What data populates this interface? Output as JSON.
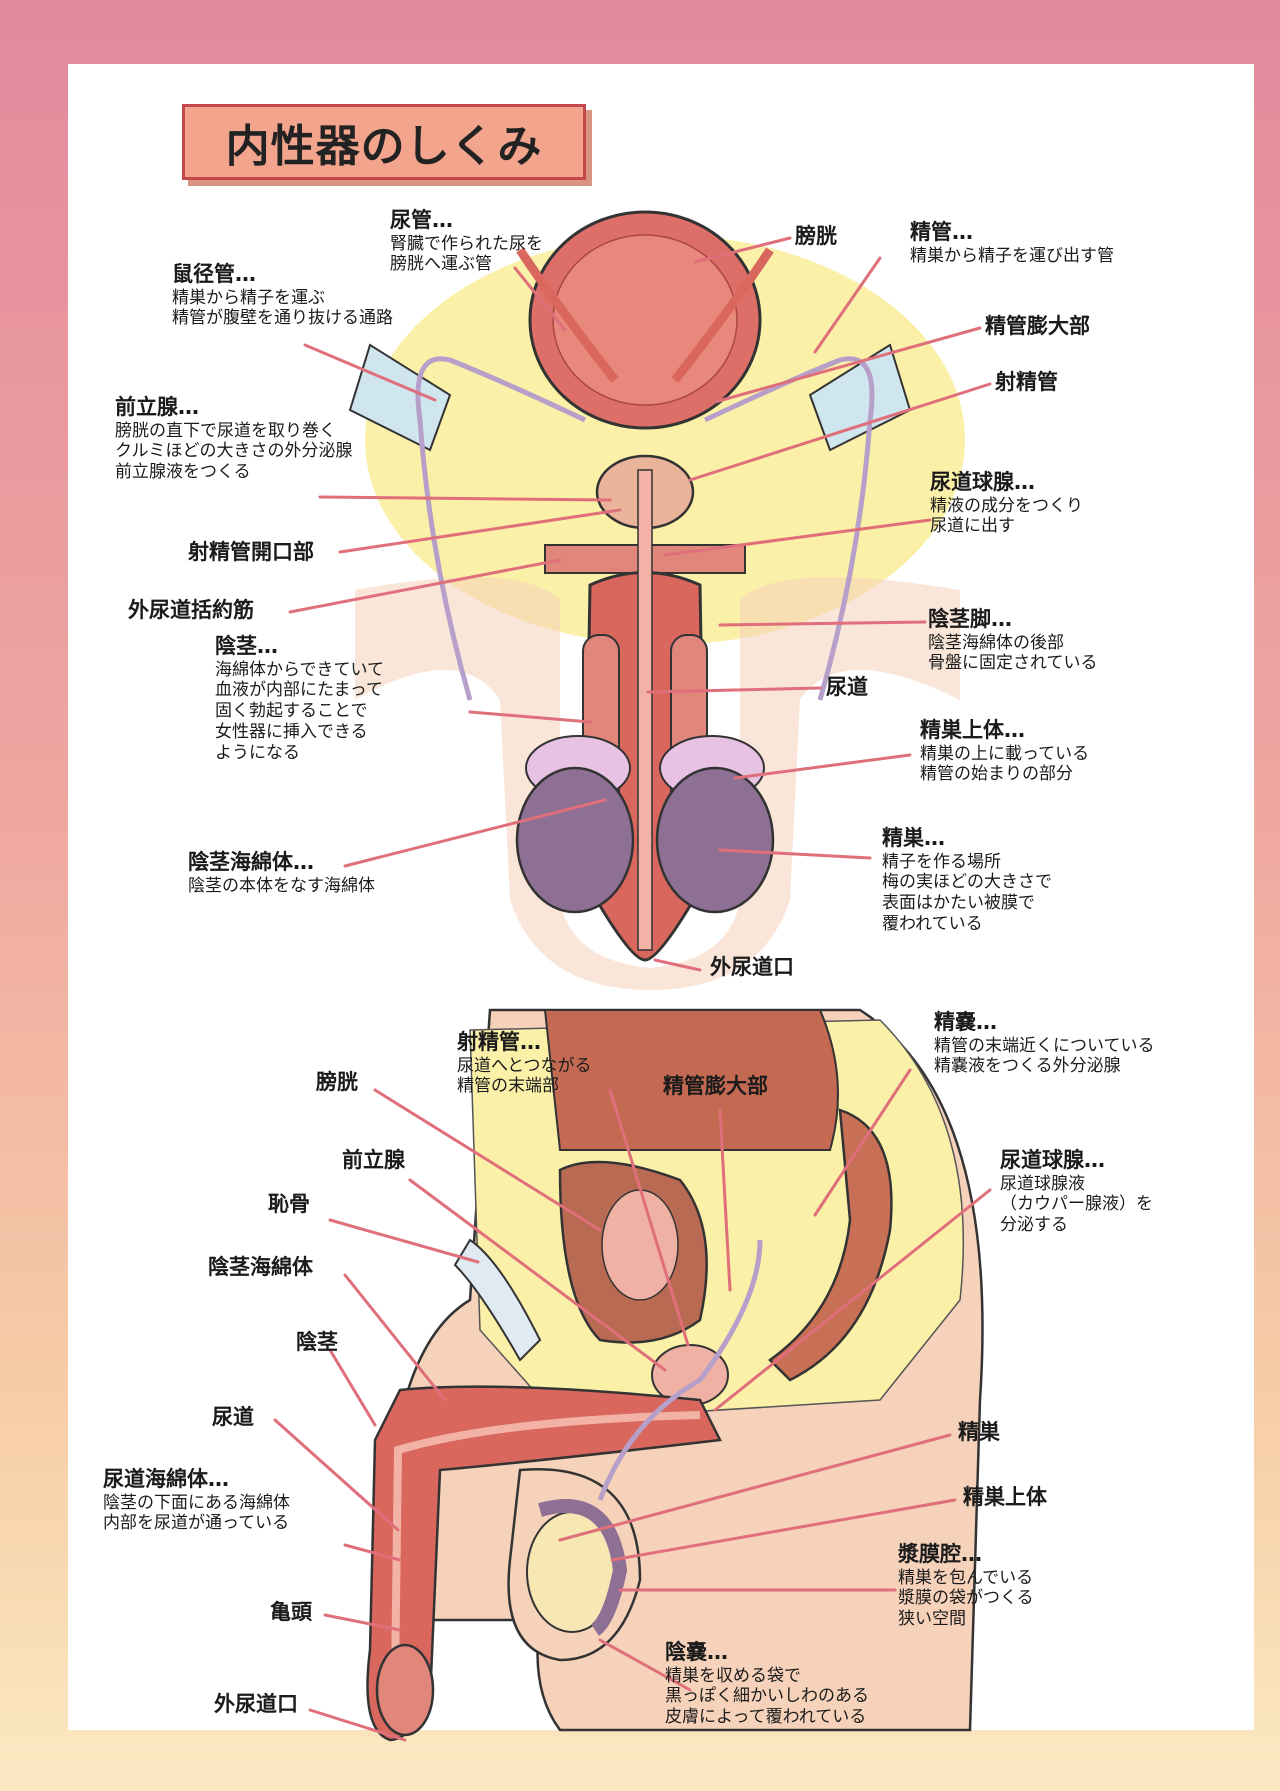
{
  "title": "内性器のしくみ",
  "colors": {
    "background_top": "#e3899d",
    "background_bottom": "#fbe9c3",
    "title_fill": "#f2a48c",
    "title_border": "#c4474d",
    "leader_line": "#df6f7a",
    "tissue_red": "#d9675e",
    "tissue_pink": "#eaa79a",
    "testis_purple": "#8f7095",
    "pelvis_yellow": "#fbf0a8",
    "skin": "#f6d2ba"
  },
  "front_view": {
    "labels": [
      {
        "heading": "尿管…",
        "desc": [
          "腎臓で作られた尿を",
          "膀胱へ運ぶ管"
        ]
      },
      {
        "heading": "膀胱",
        "desc": []
      },
      {
        "heading": "精管…",
        "desc": [
          "精巣から精子を運び出す管"
        ]
      },
      {
        "heading": "鼠径管…",
        "desc": [
          "精巣から精子を運ぶ",
          "精管が腹壁を通り抜ける通路"
        ]
      },
      {
        "heading": "精管膨大部",
        "desc": []
      },
      {
        "heading": "射精管",
        "desc": []
      },
      {
        "heading": "前立腺…",
        "desc": [
          "膀胱の直下で尿道を取り巻く",
          "クルミほどの大きさの外分泌腺",
          "前立腺液をつくる"
        ]
      },
      {
        "heading": "尿道球腺…",
        "desc": [
          "精液の成分をつくり",
          "尿道に出す"
        ]
      },
      {
        "heading": "射精管開口部",
        "desc": []
      },
      {
        "heading": "外尿道括約筋",
        "desc": []
      },
      {
        "heading": "陰茎脚…",
        "desc": [
          "陰茎海綿体の後部",
          "骨盤に固定されている"
        ]
      },
      {
        "heading": "陰茎…",
        "desc": [
          "海綿体からできていて",
          "血液が内部にたまって",
          "固く勃起することで",
          "女性器に挿入できる",
          "ようになる"
        ]
      },
      {
        "heading": "尿道",
        "desc": []
      },
      {
        "heading": "精巣上体…",
        "desc": [
          "精巣の上に載っている",
          "精管の始まりの部分"
        ]
      },
      {
        "heading": "陰茎海綿体…",
        "desc": [
          "陰茎の本体をなす海綿体"
        ]
      },
      {
        "heading": "精巣…",
        "desc": [
          "精子を作る場所",
          "梅の実ほどの大きさで",
          "表面はかたい被膜で",
          "覆われている"
        ]
      },
      {
        "heading": "外尿道口",
        "desc": []
      }
    ]
  },
  "side_view": {
    "labels": [
      {
        "heading": "射精管…",
        "desc": [
          "尿道へとつながる",
          "精管の末端部"
        ]
      },
      {
        "heading": "精嚢…",
        "desc": [
          "精管の末端近くについている",
          "精嚢液をつくる外分泌腺"
        ]
      },
      {
        "heading": "膀胱",
        "desc": []
      },
      {
        "heading": "精管膨大部",
        "desc": []
      },
      {
        "heading": "前立腺",
        "desc": []
      },
      {
        "heading": "尿道球腺…",
        "desc": [
          "尿道球腺液",
          "（カウパー腺液）を",
          "分泌する"
        ]
      },
      {
        "heading": "恥骨",
        "desc": []
      },
      {
        "heading": "陰茎海綿体",
        "desc": []
      },
      {
        "heading": "陰茎",
        "desc": []
      },
      {
        "heading": "尿道",
        "desc": []
      },
      {
        "heading": "精巣",
        "desc": []
      },
      {
        "heading": "精巣上体",
        "desc": []
      },
      {
        "heading": "尿道海綿体…",
        "desc": [
          "陰茎の下面にある海綿体",
          "内部を尿道が通っている"
        ]
      },
      {
        "heading": "漿膜腔…",
        "desc": [
          "精巣を包んでいる",
          "漿膜の袋がつくる",
          "狭い空間"
        ]
      },
      {
        "heading": "亀頭",
        "desc": []
      },
      {
        "heading": "陰嚢…",
        "desc": [
          "精巣を収める袋で",
          "黒っぽく細かいしわのある",
          "皮膚によって覆われている"
        ]
      },
      {
        "heading": "外尿道口",
        "desc": []
      }
    ]
  }
}
